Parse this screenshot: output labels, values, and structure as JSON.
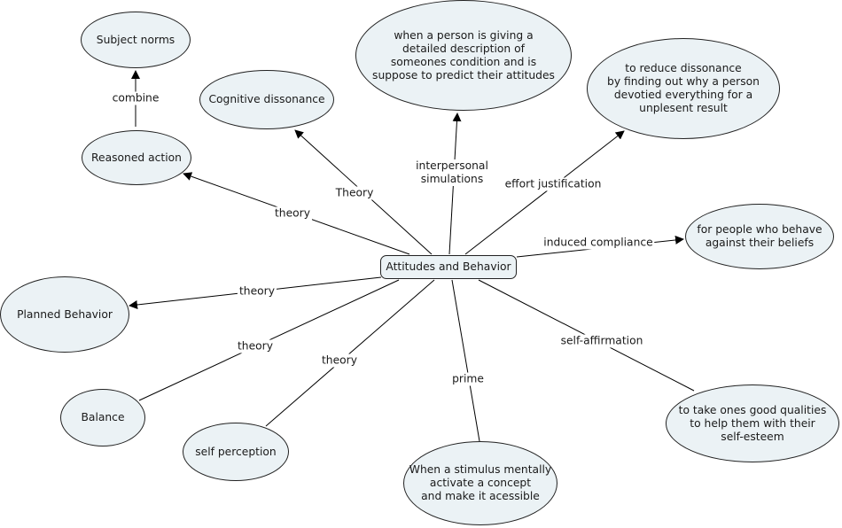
{
  "center": {
    "label": "Attitudes and Behavior"
  },
  "concepts": {
    "subject_norms": "Subject norms",
    "reasoned_action": "Reasoned action",
    "cognitive_dissonance": "Cognitive dissonance",
    "interpersonal_desc": "when a person is giving a\ndetailed description of\nsomeones condition and is\nsuppose to predict their attitudes",
    "effort_desc": "to reduce dissonance\nby finding out why a person\ndevotied everything for a\nunplesent result",
    "induced_desc": "for people who behave\nagainst their beliefs",
    "planned_behavior": "Planned Behavior",
    "balance": "Balance",
    "self_perception": "self perception",
    "prime_desc": "When a stimulus mentally\nactivate a concept\nand make it acessible",
    "self_affirmation_desc": "to take ones good qualities\nto help them with their\nself-esteem"
  },
  "links": {
    "combine": "combine",
    "theory_reasoned": "theory",
    "theory_cognitive": "Theory",
    "interpersonal": "interpersonal\nsimulations",
    "effort": "effort justification",
    "induced": "induced compliance",
    "theory_planned": "theory",
    "theory_balance": "theory",
    "theory_self_perception": "theory",
    "prime": "prime",
    "self_affirmation": "self-affirmation"
  },
  "colors": {
    "node_fill": "#ebf2f5",
    "line": "#000000"
  }
}
